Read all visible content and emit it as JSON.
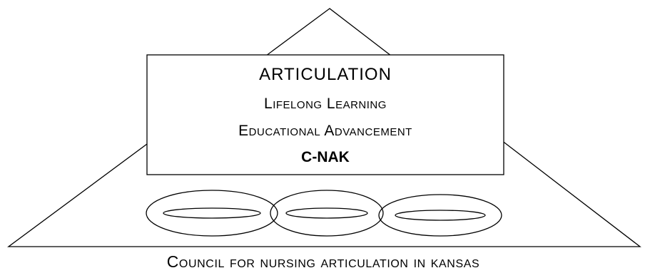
{
  "diagram": {
    "box_lines": [
      "ARTICULATION",
      "Lifelong Learning",
      "Educational Advancement",
      "C-NAK"
    ],
    "caption": "Council for nursing articulation in kansas"
  }
}
